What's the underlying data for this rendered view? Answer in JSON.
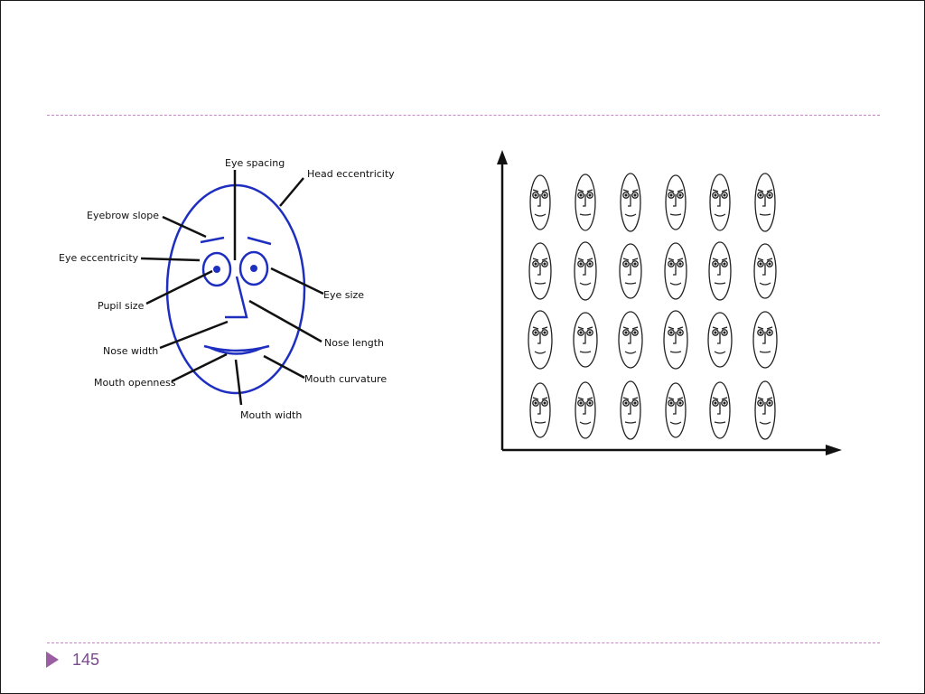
{
  "slide": {
    "page_number": "145",
    "rule_color": "#c586c9",
    "accent_color": "#9b5ea3",
    "arrow_icon": "triangle-right-icon"
  },
  "face_diagram": {
    "outline_color": "#1e2fc0",
    "labels": {
      "eye_spacing": "Eye spacing",
      "head_eccentricity": "Head eccentricity",
      "eyebrow_slope": "Eyebrow slope",
      "eye_eccentricity": "Eye eccentricity",
      "eye_size": "Eye size",
      "pupil_size": "Pupil size",
      "nose_width": "Nose width",
      "nose_length": "Nose length",
      "mouth_openness": "Mouth openness",
      "mouth_curvature": "Mouth curvature",
      "mouth_width": "Mouth width"
    }
  },
  "face_grid": {
    "rows": 4,
    "columns": 6
  }
}
